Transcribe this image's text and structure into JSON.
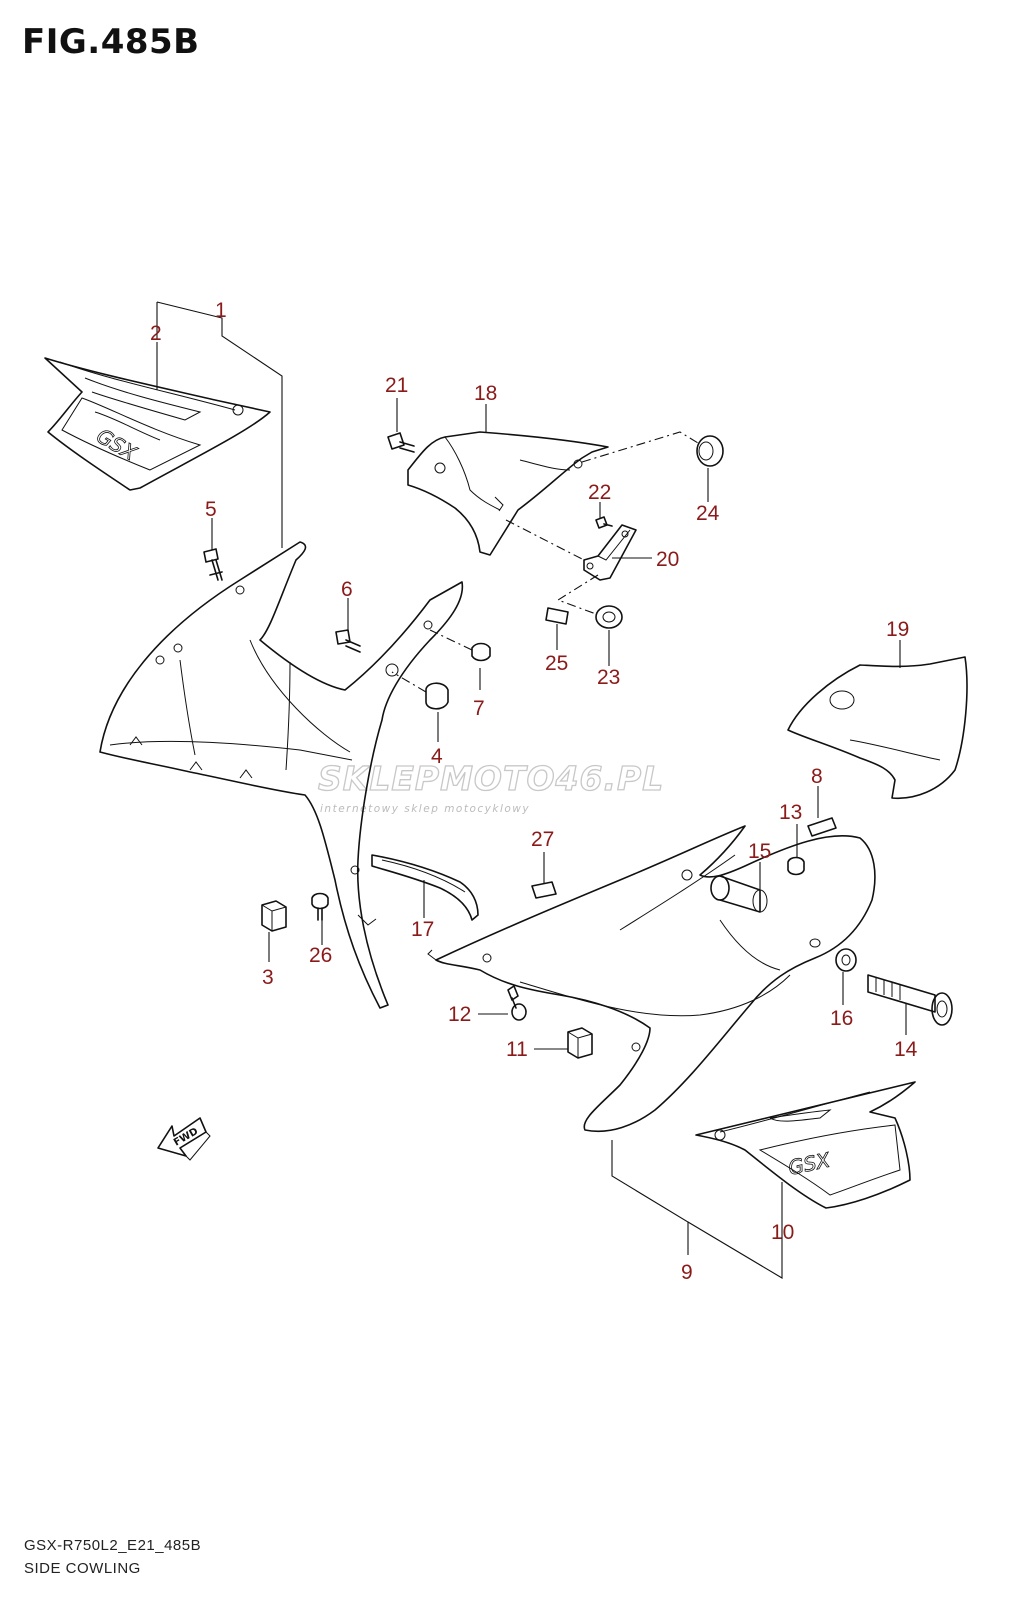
{
  "figure": {
    "title": "FIG.485B",
    "model_code": "GSX-R750L2_E21_485B",
    "section_name": "SIDE COWLING"
  },
  "watermark": {
    "name": "SKLEPMOTO46.PL",
    "tagline": "internetowy sklep motocyklowy"
  },
  "callouts": [
    "1",
    "2",
    "3",
    "4",
    "5",
    "6",
    "7",
    "8",
    "9",
    "10",
    "11",
    "12",
    "13",
    "14",
    "15",
    "16",
    "17",
    "18",
    "19",
    "20",
    "21",
    "22",
    "23",
    "24",
    "25",
    "26",
    "27"
  ],
  "direction_marker": {
    "label": "FWD",
    "icon": "fwd-arrow-icon"
  },
  "colors": {
    "callout": "#8b1a1a",
    "line": "#111111",
    "watermark": "#c8c8c8"
  }
}
